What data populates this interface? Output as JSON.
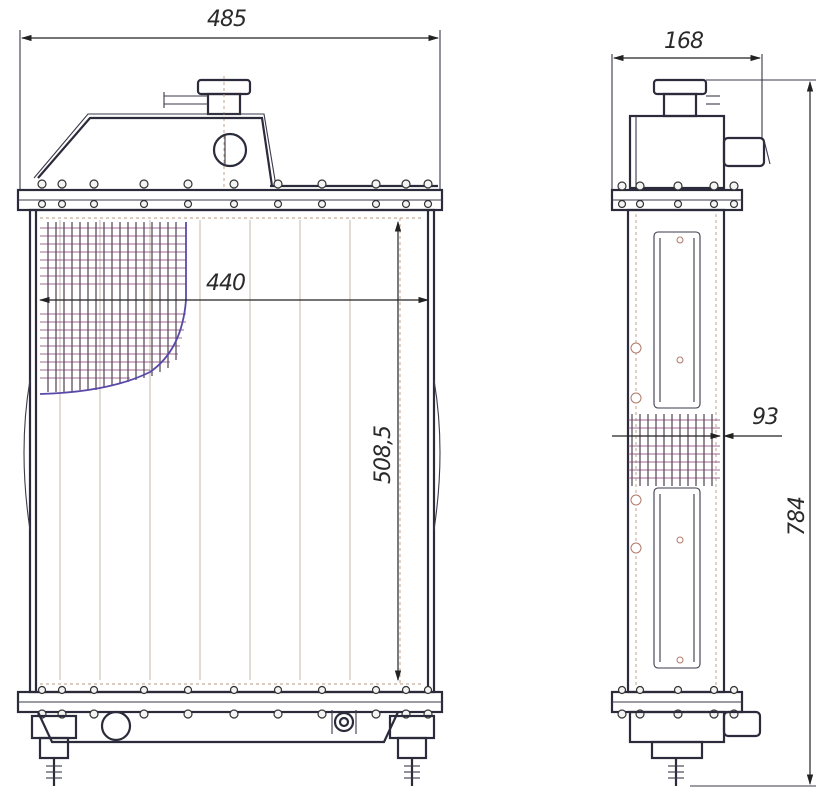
{
  "dimensions": {
    "overall_width": "485",
    "core_width": "440",
    "core_height": "508,5",
    "side_depth": "168",
    "core_depth": "93",
    "overall_height": "784"
  }
}
